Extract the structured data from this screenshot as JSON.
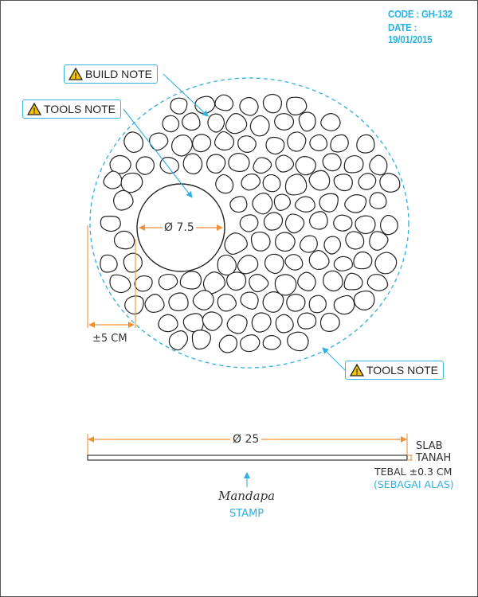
{
  "header": {
    "code": "CODE : GH-132",
    "date": "DATE : 19/01/2015"
  },
  "notes": {
    "build": "BUILD NOTE",
    "tools_top": "TOOLS NOTE",
    "tools_bottom": "TOOLS NOTE"
  },
  "dimensions": {
    "hole_diameter": "Ø 7.5",
    "edge_offset": "±5 CM",
    "slab_diameter": "Ø 25"
  },
  "slab_labels": {
    "line1": "SLAB",
    "line2": "TANAH",
    "thickness": "TEBAL ±0.3 CM",
    "note": "(SEBAGAI ALAS)"
  },
  "stamp": {
    "logo": "Mandapa",
    "label": "STAMP"
  },
  "colors": {
    "accent": "#2fb0e2",
    "dimension": "#f0923a",
    "outline": "#222222"
  }
}
